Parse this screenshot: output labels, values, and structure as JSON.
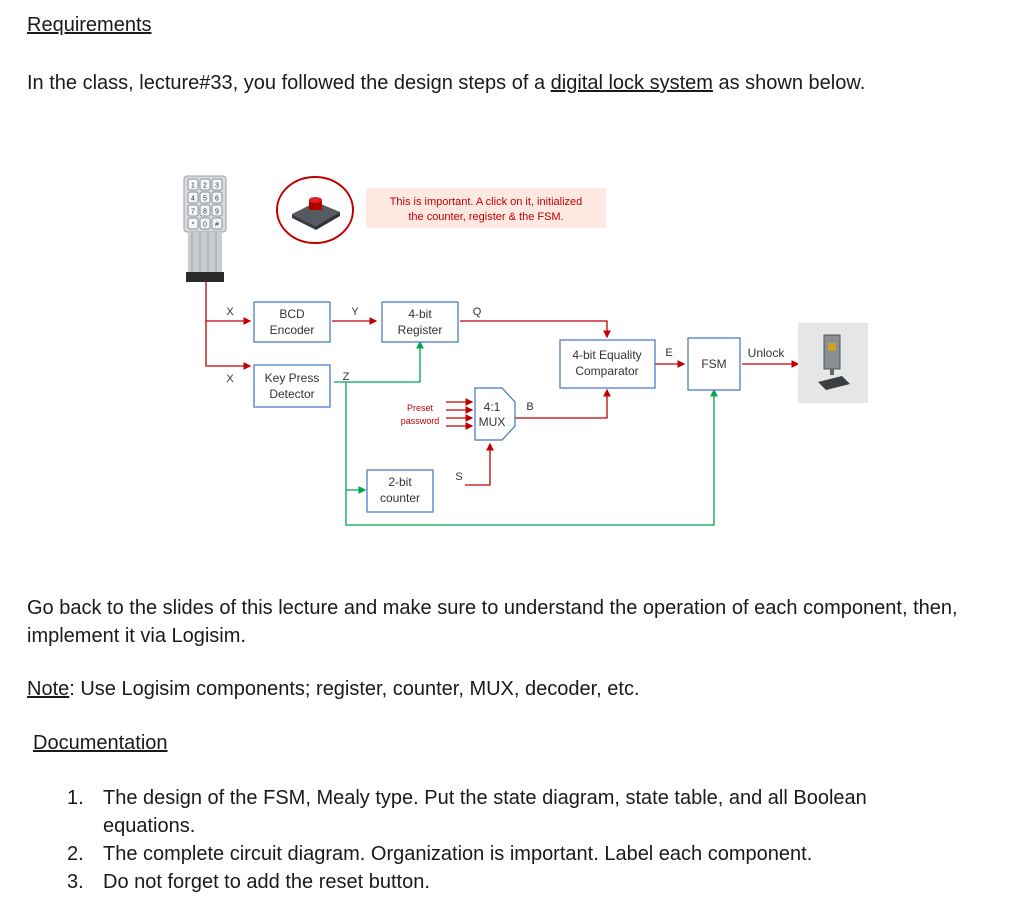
{
  "heading": "Requirements",
  "intro": {
    "before": "In the class, lecture#33, you followed the design steps of a ",
    "link": "digital lock system",
    "after": " as shown below."
  },
  "diagram": {
    "callout_line1": "This is important. A click on it, initialized",
    "callout_line2": "the counter, register & the FSM.",
    "keypad_keys": [
      "1",
      "2",
      "3",
      "4",
      "5",
      "6",
      "7",
      "8",
      "9",
      "*",
      "0",
      "#"
    ],
    "blocks": {
      "bcd_encoder": [
        "BCD",
        "Encoder"
      ],
      "register": [
        "4-bit",
        "Register"
      ],
      "key_press_detector": [
        "Key Press",
        "Detector"
      ],
      "comparator": [
        "4-bit Equality",
        "Comparator"
      ],
      "fsm": "FSM",
      "mux": [
        "4:1",
        "MUX"
      ],
      "counter": [
        "2-bit",
        "counter"
      ]
    },
    "signals": {
      "x_top": "X",
      "x_bottom": "X",
      "y": "Y",
      "z": "Z",
      "q": "Q",
      "e": "E",
      "b": "B",
      "s": "S",
      "unlock": "Unlock"
    },
    "preset": [
      "Preset",
      "password"
    ],
    "colors": {
      "wire_red": "#c00000",
      "wire_green": "#00a651",
      "block_border": "#4472c4",
      "callout_bg": "#fde9e1",
      "callout_text": "#c00000",
      "reset_ring": "#c00000"
    }
  },
  "goback": "Go back to the slides of this lecture and make sure to understand the operation of each component, then, implement it via Logisim.",
  "note": {
    "label": "Note",
    "text": ": Use Logisim components; register, counter, MUX, decoder, etc."
  },
  "documentation": {
    "heading": "Documentation",
    "items": [
      {
        "num": "1.",
        "text": "The design of the FSM, Mealy type. Put the state diagram, state table, and all Boolean equations."
      },
      {
        "num": "2.",
        "text": "The complete circuit diagram. Organization is important. Label each component."
      },
      {
        "num": "3.",
        "text": "Do not forget to add the reset button."
      }
    ]
  }
}
